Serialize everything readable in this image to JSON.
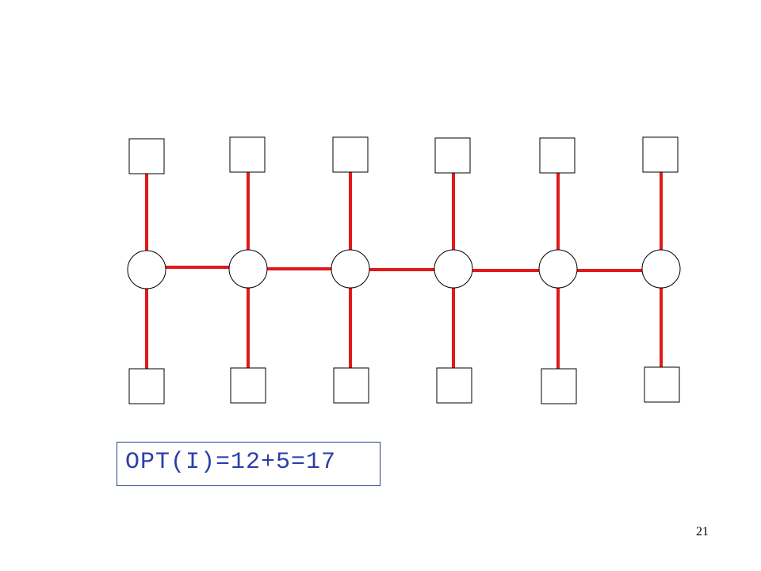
{
  "formula": {
    "text": "OPT(I)=12+5=17",
    "text_color": "#2b3fa8",
    "border_color": "#2b3f8f"
  },
  "page_number": "21",
  "diagram": {
    "edge_color": "#e01a1a",
    "node_stroke": "#000000",
    "node_fill": "#ffffff",
    "columns": 6,
    "node_types": {
      "top": "square",
      "middle": "circle",
      "bottom": "square"
    },
    "edges": {
      "vertical_per_column": 2,
      "horizontal_chain": 5
    }
  }
}
